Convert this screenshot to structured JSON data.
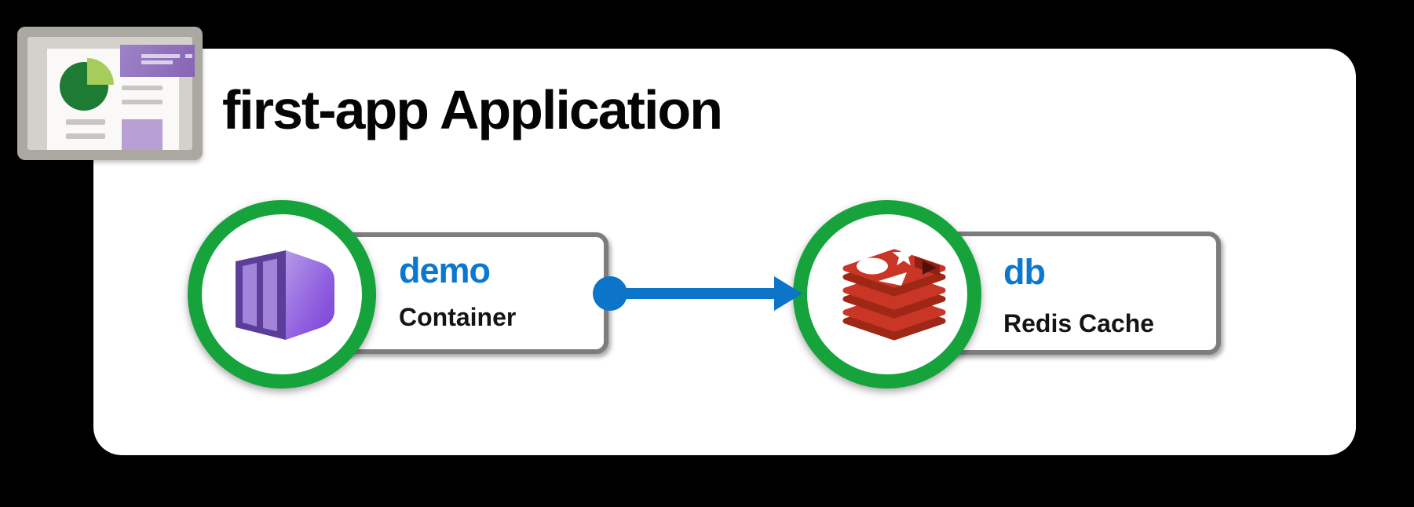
{
  "window": {
    "background": "#000000",
    "card_color": "#FFFFFF"
  },
  "app_icon": {
    "name": "application-report-icon"
  },
  "header": {
    "title": "first-app Application"
  },
  "diagram": {
    "nodes": [
      {
        "name": "demo",
        "type": "Container",
        "icon": "container-icon",
        "ring_color": "#16A33C",
        "name_color": "#0B78D0",
        "icon_color": "#7C42D8"
      },
      {
        "name": "db",
        "type": "Redis Cache",
        "icon": "redis-icon",
        "ring_color": "#16A33C",
        "name_color": "#0B78D0",
        "icon_color": "#C93626"
      }
    ],
    "edge": {
      "from": "demo",
      "to": "db",
      "direction": "right",
      "color": "#0C74C9"
    }
  },
  "colors": {
    "box_border": "#7D7D7D",
    "node_type_text": "#141414",
    "title_text": "#050505",
    "ring_green": "#16A33C",
    "edge_blue": "#0C74C9"
  }
}
